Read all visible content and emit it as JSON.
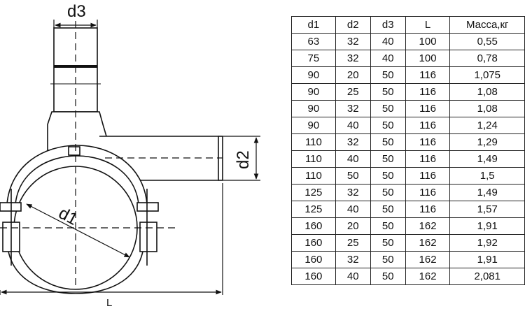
{
  "drawing": {
    "labels": {
      "d3": "d3",
      "d2": "d2",
      "d1": "d1",
      "L": "L"
    }
  },
  "table": {
    "headers": [
      "d1",
      "d2",
      "d3",
      "L",
      "Масса,кг"
    ],
    "rows": [
      [
        "63",
        "32",
        "40",
        "100",
        "0,55"
      ],
      [
        "75",
        "32",
        "40",
        "100",
        "0,78"
      ],
      [
        "90",
        "20",
        "50",
        "116",
        "1,075"
      ],
      [
        "90",
        "25",
        "50",
        "116",
        "1,08"
      ],
      [
        "90",
        "32",
        "50",
        "116",
        "1,08"
      ],
      [
        "90",
        "40",
        "50",
        "116",
        "1,24"
      ],
      [
        "110",
        "32",
        "50",
        "116",
        "1,29"
      ],
      [
        "110",
        "40",
        "50",
        "116",
        "1,49"
      ],
      [
        "110",
        "50",
        "50",
        "116",
        "1,5"
      ],
      [
        "125",
        "32",
        "50",
        "116",
        "1,49"
      ],
      [
        "125",
        "40",
        "50",
        "116",
        "1,57"
      ],
      [
        "160",
        "20",
        "50",
        "162",
        "1,91"
      ],
      [
        "160",
        "25",
        "50",
        "162",
        "1,92"
      ],
      [
        "160",
        "32",
        "50",
        "162",
        "1,91"
      ],
      [
        "160",
        "40",
        "50",
        "162",
        "2,081"
      ]
    ]
  }
}
